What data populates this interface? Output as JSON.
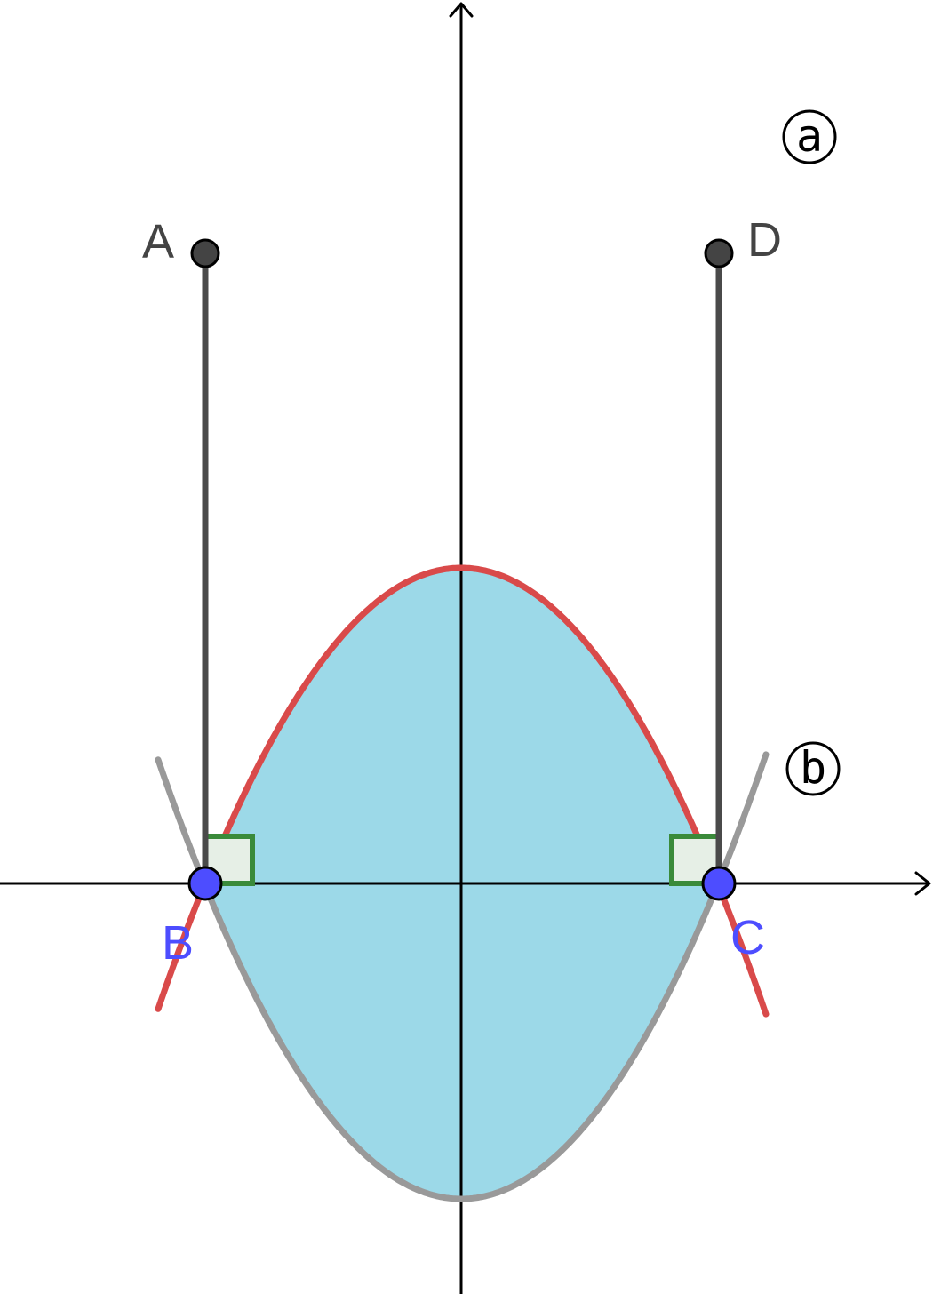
{
  "points": {
    "A": {
      "label": "A"
    },
    "B": {
      "label": "B"
    },
    "C": {
      "label": "C"
    },
    "D": {
      "label": "D"
    }
  },
  "curves": {
    "a": {
      "label": "a",
      "color": "#d94a4a"
    },
    "b": {
      "label": "b",
      "color": "#999999"
    }
  },
  "colors": {
    "region_fill": "#9cd9e8",
    "segment": "#4a4a4a",
    "right_angle": "#3a8a3a",
    "dark_point": "#444444",
    "blue_point": "#4d4dff"
  }
}
